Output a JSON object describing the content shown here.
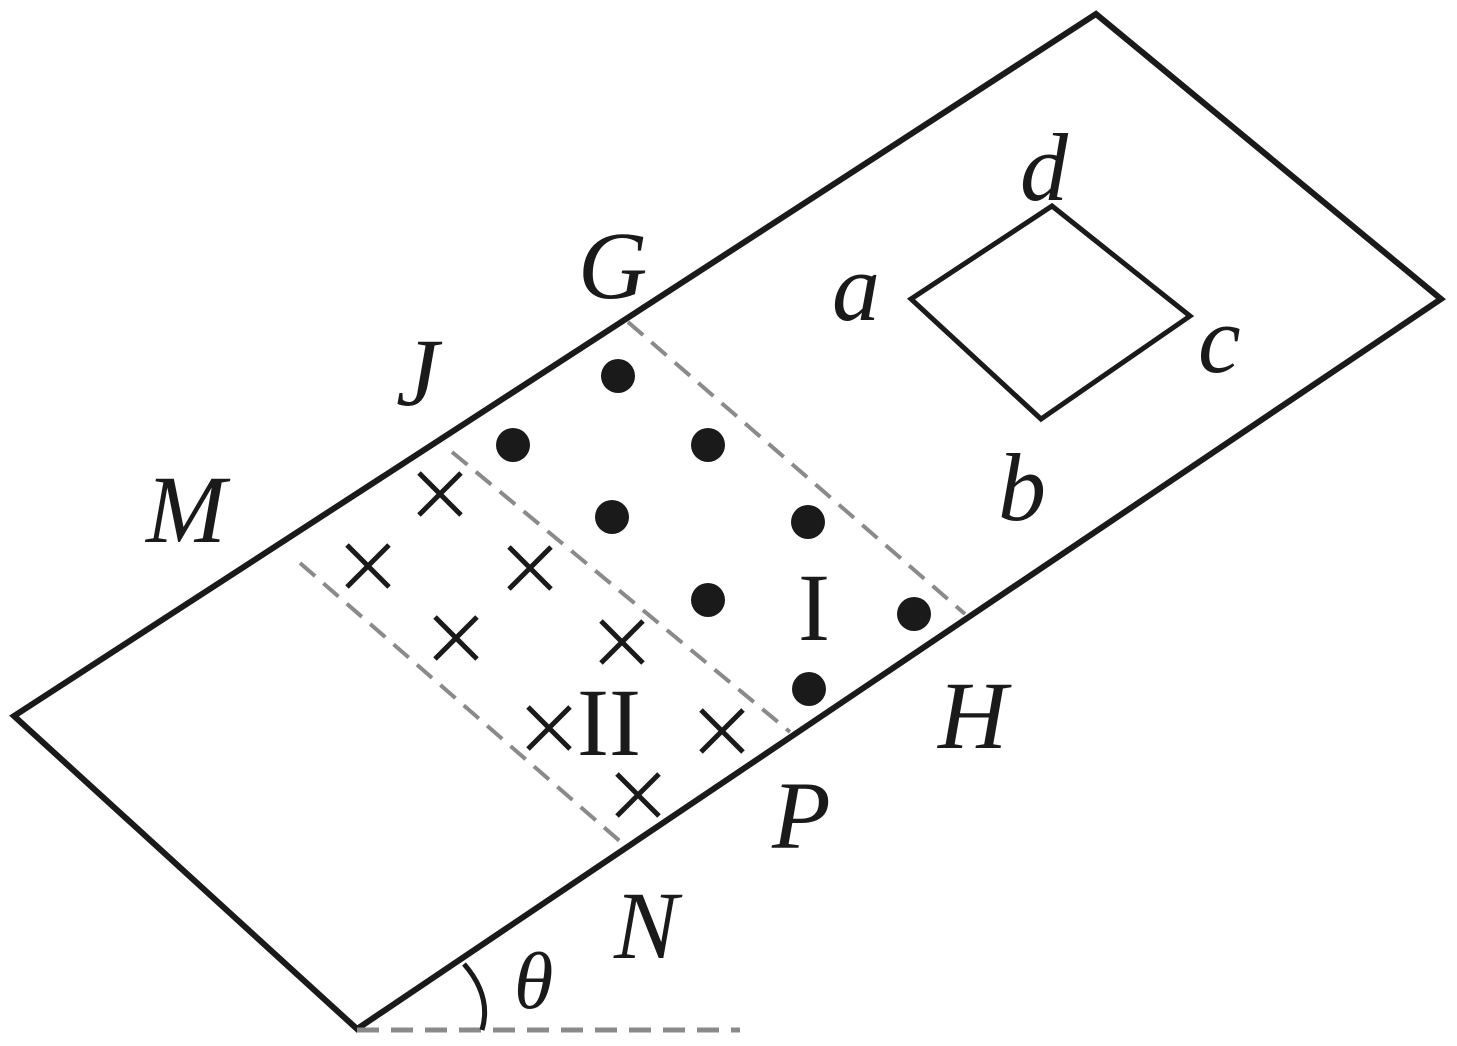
{
  "colors": {
    "ink": "#1a1a1a",
    "dashed": "#8a8a8a",
    "background": "#ffffff"
  },
  "labels": {
    "M": "M",
    "N": "N",
    "J": "J",
    "P": "P",
    "G": "G",
    "H": "H",
    "a": "a",
    "b": "b",
    "c": "c",
    "d": "d",
    "region_1": "I",
    "region_2": "II",
    "angle": "θ"
  },
  "field_symbols": {
    "region_1": "dot",
    "region_2": "cross"
  }
}
